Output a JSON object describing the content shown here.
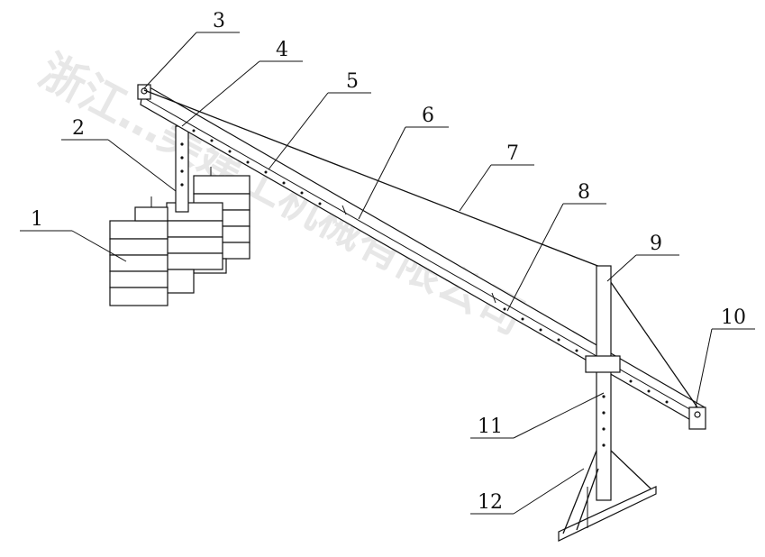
{
  "watermark": "浙江…美建工机械有限公司",
  "labels": [
    "1",
    "2",
    "3",
    "4",
    "5",
    "6",
    "7",
    "8",
    "9",
    "10",
    "11",
    "12"
  ]
}
